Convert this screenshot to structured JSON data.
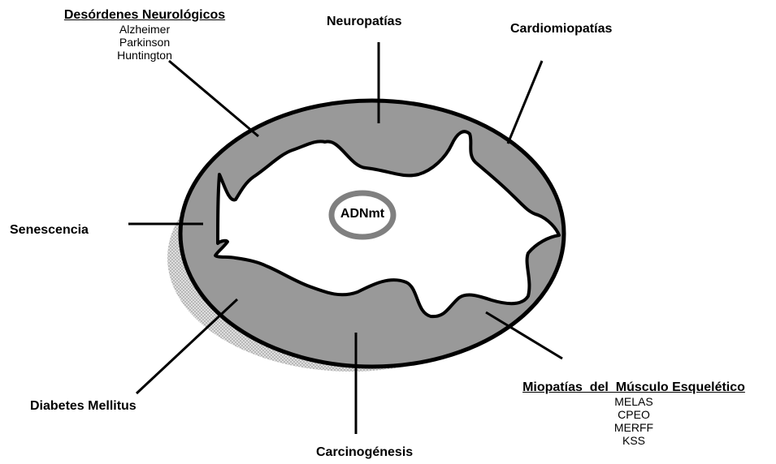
{
  "colors": {
    "ring_fill": "#999999",
    "shadow_hatch": "#b5b5b5",
    "outline": "#000000",
    "center_ring": "#808080",
    "background": "#ffffff"
  },
  "center": {
    "label": "ADNmt"
  },
  "neuro": {
    "title": "Desórdenes Neurológicos",
    "items": [
      "Alzheimer",
      "Parkinson",
      "Huntington"
    ]
  },
  "labels": {
    "neuropatias": "Neuropatías",
    "cardiomiopatias": "Cardiomiopatías",
    "senescencia": "Senescencia",
    "diabetes": "Diabetes Mellitus",
    "carcinogenesis": "Carcinogénesis"
  },
  "miopatias": {
    "title": "Miopatías  del  Músculo Esquelético",
    "items": [
      "MELAS",
      "CPEO",
      "MERFF",
      "KSS"
    ]
  }
}
